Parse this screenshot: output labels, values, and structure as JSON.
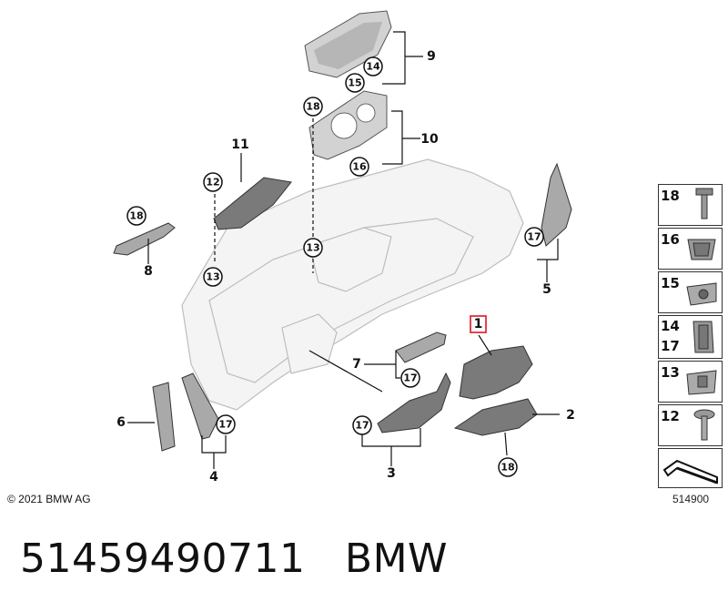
{
  "diagram": {
    "callouts": {
      "c9_14": "14",
      "c9_15": "15",
      "c10_18": "18",
      "c10_16": "16",
      "c11_12": "12",
      "c11_13": "13",
      "c8_18": "18",
      "c_center_13": "13",
      "c5_17": "17",
      "c7_17": "17",
      "c3_17": "17",
      "c4_17": "17",
      "c2_18": "18"
    },
    "parts": {
      "p1": "1",
      "p2": "2",
      "p3": "3",
      "p4": "4",
      "p5": "5",
      "p6": "6",
      "p7": "7",
      "p8": "8",
      "p9": "9",
      "p10": "10",
      "p11": "11"
    }
  },
  "legend": {
    "items": [
      {
        "label": "18",
        "icon": "screw-icon"
      },
      {
        "label": "16",
        "icon": "clip-icon"
      },
      {
        "label": "15",
        "icon": "clip-nut-icon"
      },
      {
        "label": "14\n17",
        "icon": "spring-clip-icon"
      },
      {
        "label": "13",
        "icon": "spreading-nut-icon"
      },
      {
        "label": "12",
        "icon": "pan-head-screw-icon"
      },
      {
        "label": "",
        "icon": "assembly-arrow-icon"
      }
    ]
  },
  "copyright": "© 2021 BMW AG",
  "reference_number": "514900",
  "footer": {
    "part_number": "51459490711",
    "brand": "BMW"
  },
  "colors": {
    "highlight": "#e0303a",
    "part_dark": "#7a7a7a",
    "ghost": "#d9d9d9"
  }
}
